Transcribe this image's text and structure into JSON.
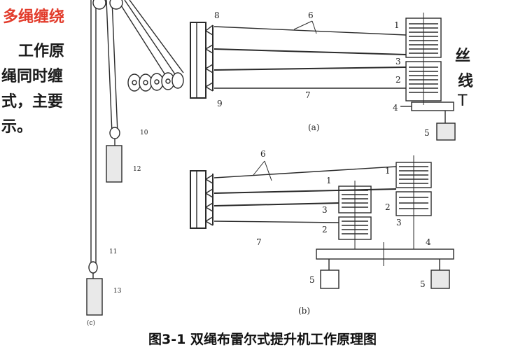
{
  "heading": "多绳缠绕",
  "body_lines": [
    "工作原",
    "绳同时缠",
    "式，主要",
    "示。"
  ],
  "right_fragments": [
    "丝",
    "线",
    "T"
  ],
  "labels": {
    "a": {
      "n1": "1",
      "n2": "2",
      "n3": "3",
      "n4": "4",
      "n5": "5",
      "n6": "6",
      "n7": "7",
      "n8": "8",
      "n9": "9",
      "panel": "(a)"
    },
    "b": {
      "n1": "1",
      "n1b": "1",
      "n2": "2",
      "n2b": "2",
      "n3": "3",
      "n3b": "3",
      "n4": "4",
      "n5": "5",
      "n5b": "5",
      "n6": "6",
      "n7": "7",
      "panel": "(b)"
    },
    "c": {
      "n10": "10",
      "n11": "11",
      "n12": "12",
      "n13": "13",
      "panel": "(c)"
    }
  },
  "caption": "图3-1  双绳布雷尔式提升机工作原理图",
  "colors": {
    "heading": "#e23a2a",
    "ink": "#1a1a1a",
    "drawing": "#2b2b2b",
    "box_fill": "#e9e9e9"
  }
}
